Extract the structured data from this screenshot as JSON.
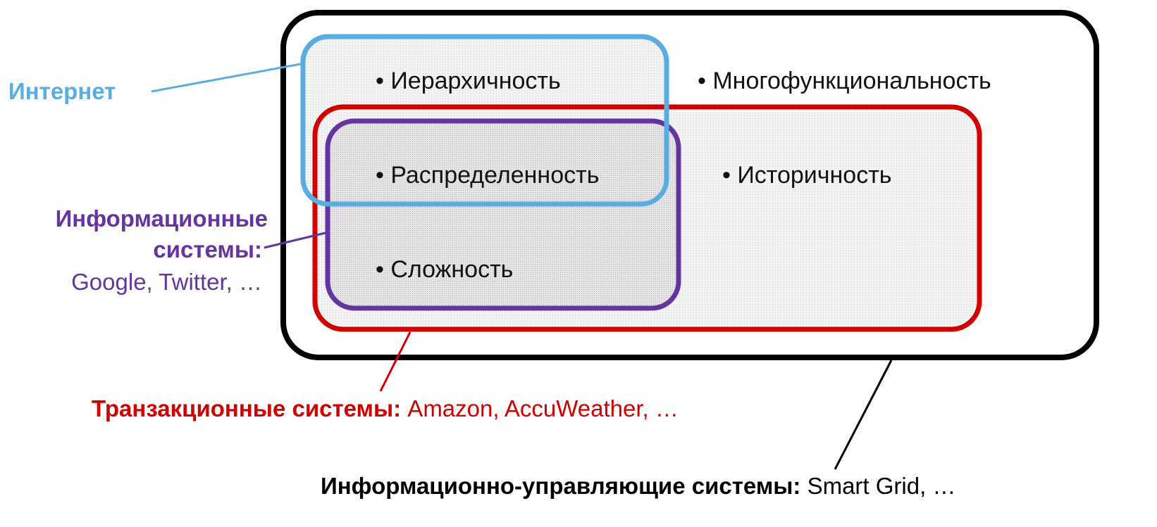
{
  "colors": {
    "internet": "#5aade0",
    "info": "#6534a0",
    "trans": "#d00000",
    "control": "#000000"
  },
  "items": {
    "hierarchy": "• Иерархичность",
    "multifunctional": "• Многофункциональность",
    "distributed": "• Распределенность",
    "historical": "• Историчность",
    "complexity": "• Сложность"
  },
  "labels": {
    "internet": "Интернет",
    "info_line1": "Информационные",
    "info_line2": "системы:",
    "info_examples": "Google, Twitter, …",
    "trans_title": "Транзакционные системы:",
    "trans_examples": " Amazon, AccuWeather, …",
    "control_title": "Информационно-управляющие системы:",
    "control_examples": " Smart Grid, …"
  }
}
